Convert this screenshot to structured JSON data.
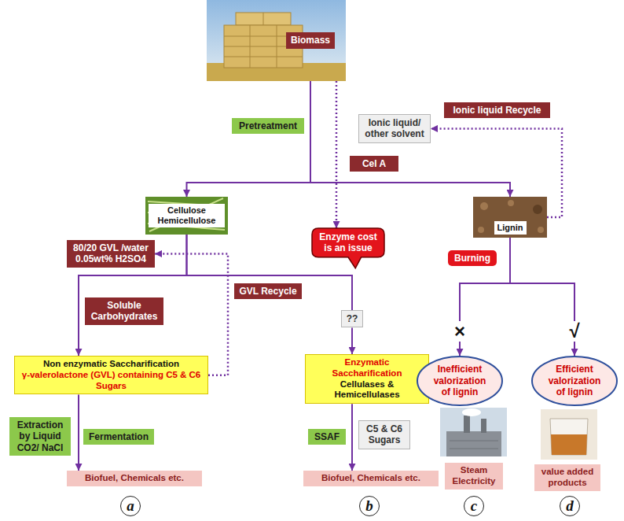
{
  "diagram": {
    "nodes": [
      {
        "text": [
          "Biomass"
        ]
      },
      {
        "text": [
          "Ionic liquid Recycle"
        ]
      },
      {
        "text": [
          "Pretreatment"
        ]
      },
      {
        "text": [
          "Ionic liquid/ other solvent"
        ]
      },
      {
        "text": [
          "Cel A"
        ]
      },
      {
        "text": [
          "Cellulose Hemicellulose"
        ]
      },
      {
        "text": [
          "Lignin"
        ]
      },
      {
        "text": [
          "Enzyme cost is an issue"
        ]
      },
      {
        "text": [
          "80/20 GVL /water 0.05wt% H2SO4"
        ]
      },
      {
        "text": [
          "Burning"
        ]
      },
      {
        "text": [
          "GVL Recycle"
        ]
      },
      {
        "text": [
          "Soluble Carbohydrates"
        ]
      },
      {
        "text": [
          "??"
        ]
      },
      {
        "text": [
          "Non enzymatic Saccharification",
          "γ-valerolactone (GVL) containing C5 & C6 Sugars"
        ]
      },
      {
        "text": [
          "Enzymatic Saccharification",
          "Cellulases & Hemicellulases"
        ]
      },
      {
        "text": [
          "Inefficient valorization of lignin"
        ]
      },
      {
        "text": [
          "Efficient valorization of lignin"
        ]
      },
      {
        "text": [
          "Extraction by Liquid CO2/ NaCl"
        ]
      },
      {
        "text": [
          "Fermentation"
        ]
      },
      {
        "text": [
          "SSAF"
        ]
      },
      {
        "text": [
          "C5 & C6 Sugars"
        ]
      },
      {
        "text": [
          "Steam Electricity"
        ]
      },
      {
        "text": [
          "value added products"
        ]
      },
      {
        "text": [
          "Biofuel, Chemicals etc."
        ]
      },
      {
        "text": [
          "Biofuel, Chemicals etc."
        ]
      }
    ],
    "edges": [
      {
        "from": 0,
        "to": 5,
        "arrow": "to"
      },
      {
        "from": 0,
        "to": 6,
        "arrow": "to"
      },
      {
        "from": 0,
        "to": 7,
        "arrow": "to"
      },
      {
        "from": 6,
        "to": 3,
        "arrow": "to"
      },
      {
        "from": 5,
        "to": 13,
        "arrow": "to"
      },
      {
        "from": 5,
        "to": 12,
        "arrow": "none"
      },
      {
        "from": 12,
        "to": 14,
        "arrow": "to"
      },
      {
        "from": 13,
        "to": 8,
        "arrow": "to"
      },
      {
        "from": 13,
        "to": 23,
        "arrow": "to"
      },
      {
        "from": 14,
        "to": 24,
        "arrow": "to"
      },
      {
        "from": 6,
        "to": 15,
        "arrow": "to"
      },
      {
        "from": 6,
        "to": 16,
        "arrow": "to"
      }
    ],
    "labels": [
      "×",
      "√",
      "a",
      "b",
      "c",
      "d"
    ]
  }
}
